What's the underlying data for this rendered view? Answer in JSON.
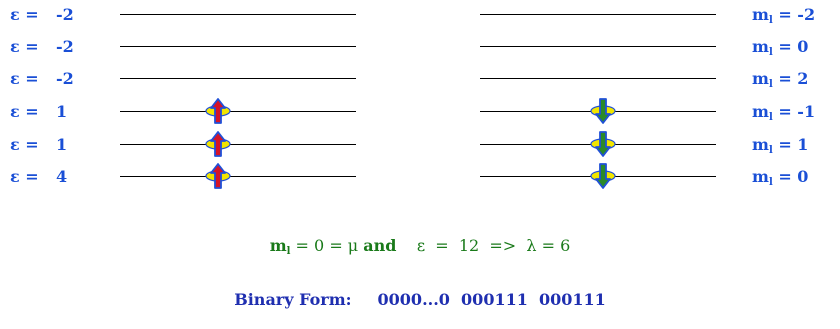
{
  "left_levels": [
    {
      "symbol": "ε",
      "value": "-2"
    },
    {
      "symbol": "ε",
      "value": "-2"
    },
    {
      "symbol": "ε",
      "value": "-2"
    },
    {
      "symbol": "ε",
      "value": "1"
    },
    {
      "symbol": "ε",
      "value": "1"
    },
    {
      "symbol": "ε",
      "value": "4"
    }
  ],
  "right_levels": [
    {
      "symbol": "m",
      "subscript": "l",
      "value": "-2"
    },
    {
      "symbol": "m",
      "subscript": "l",
      "value": "0"
    },
    {
      "symbol": "m",
      "subscript": "l",
      "value": "2"
    },
    {
      "symbol": "m",
      "subscript": "l",
      "value": "-1"
    },
    {
      "symbol": "m",
      "subscript": "l",
      "value": "1"
    },
    {
      "symbol": "m",
      "subscript": "l",
      "value": "0"
    }
  ],
  "spin_up_occupied_levels": [
    4,
    5,
    6
  ],
  "spin_down_occupied_levels": [
    4,
    5,
    6
  ],
  "colors": {
    "label_blue": "#1a4fd6",
    "equation_green": "#1a7a1a",
    "binary_blue": "#1f2fb0",
    "orbital_yellow": "#f2e600",
    "arrow_up_red": "#d4142a",
    "arrow_down_green": "#2a8a2a",
    "arrow_blue": "#2050d8"
  },
  "equation": {
    "ml_symbol": "m",
    "ml_sub": "l",
    "ml_rest": " = 0 = μ ",
    "and": "and",
    "eps_part": "    ε  =  12  =>  λ = 6"
  },
  "binary": {
    "label": "Binary Form:",
    "parts": [
      "0000...0",
      "000111",
      "000111"
    ]
  }
}
